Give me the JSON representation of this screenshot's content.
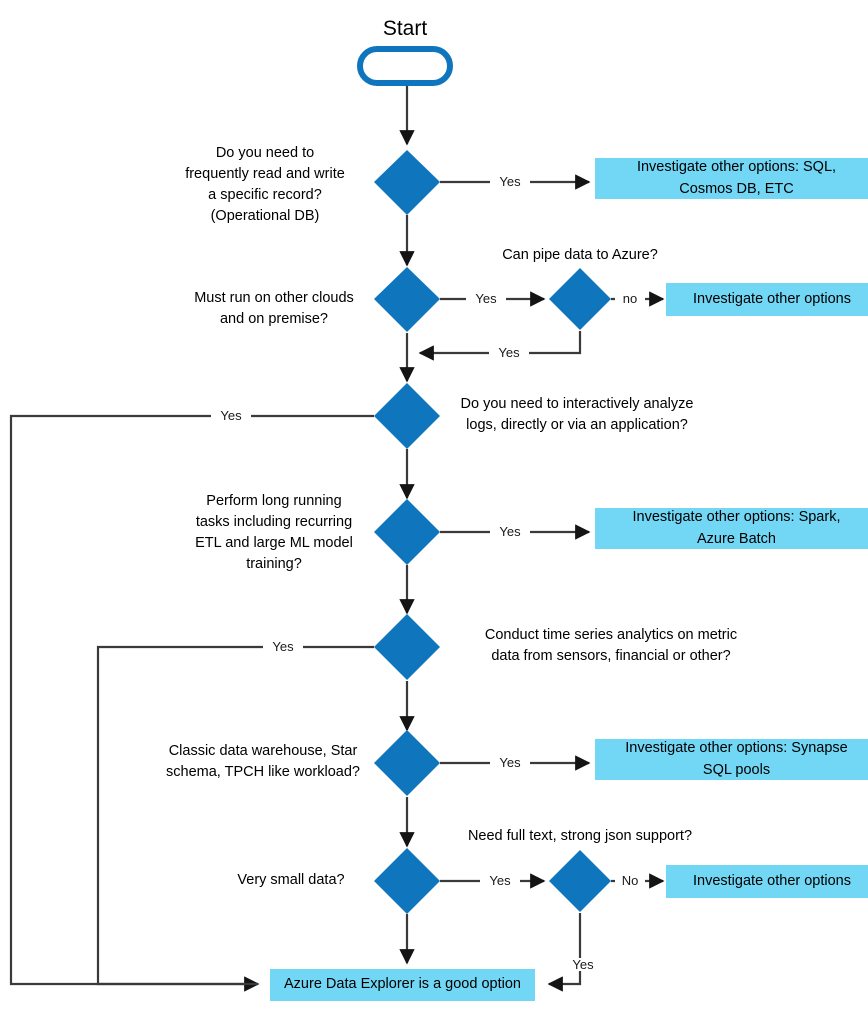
{
  "diagram": {
    "title": "Azure Data Explorer decision flowchart",
    "colors": {
      "diamond_fill": "#0f76bd",
      "box_fill": "#72d6f5",
      "start_border": "#0f76bd",
      "line": "#3a3a3a",
      "text": "#000000"
    },
    "start": {
      "label": "Start"
    },
    "decisions": [
      {
        "id": "operational-db",
        "label": "Do you need to\nfrequently read and write\na specific record?\n(Operational DB)",
        "yes_label": "Yes"
      },
      {
        "id": "other-clouds",
        "label": "Must run on other clouds\nand on premise?",
        "yes_label": "Yes"
      },
      {
        "id": "pipe-to-azure",
        "label": "Can pipe data to Azure?",
        "no_label": "no",
        "yes_label": "Yes"
      },
      {
        "id": "interactive-logs",
        "label": "Do you need to interactively analyze\nlogs, directly or via an application?",
        "yes_label": "Yes"
      },
      {
        "id": "long-running-tasks",
        "label": "Perform long running\ntasks including recurring\nETL and large ML model\ntraining?",
        "yes_label": "Yes"
      },
      {
        "id": "time-series",
        "label": "Conduct time series analytics on metric\ndata from sensors, financial or other?",
        "yes_label": "Yes"
      },
      {
        "id": "data-warehouse",
        "label": "Classic data warehouse, Star\nschema, TPCH like workload?",
        "yes_label": "Yes"
      },
      {
        "id": "very-small-data",
        "label": "Very small data?",
        "yes_label": "Yes"
      },
      {
        "id": "full-text-json",
        "label": "Need full text, strong json support?",
        "no_label": "No",
        "yes_label": "Yes"
      }
    ],
    "outcomes": [
      {
        "id": "sql-cosmos",
        "label": "Investigate other options: SQL,\nCosmos DB, ETC"
      },
      {
        "id": "other-options-clouds",
        "label": "Investigate other options"
      },
      {
        "id": "spark-batch",
        "label": "Investigate other options: Spark,\nAzure Batch"
      },
      {
        "id": "synapse-sql",
        "label": "Investigate other options: Synapse\nSQL pools"
      },
      {
        "id": "other-options-json",
        "label": "Investigate other options"
      },
      {
        "id": "adx-good-option",
        "label": "Azure Data Explorer is a good option"
      }
    ],
    "edge_labels": {
      "yes_1": "Yes",
      "yes_2": "Yes",
      "no_pipe": "no",
      "yes_pipe_back": "Yes",
      "yes_logs": "Yes",
      "yes_tasks": "Yes",
      "yes_timeseries": "Yes",
      "yes_warehouse": "Yes",
      "yes_small": "Yes",
      "no_fulltext": "No",
      "yes_fulltext_back": "Yes"
    }
  }
}
